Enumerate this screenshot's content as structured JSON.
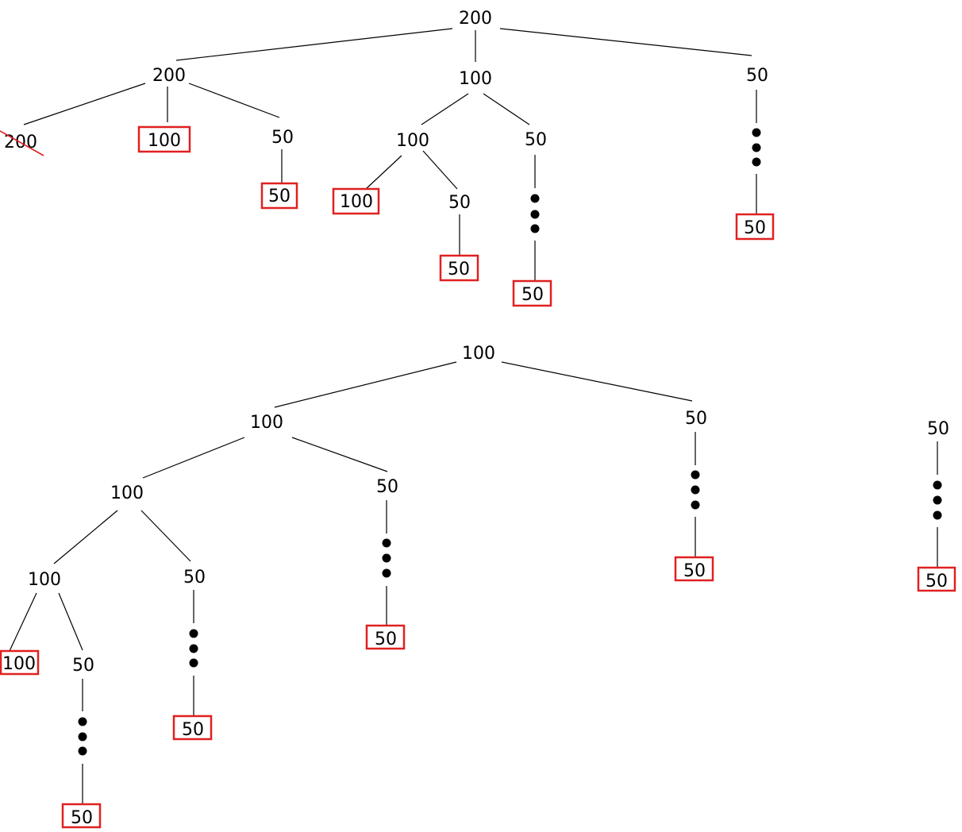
{
  "colors": {
    "ink": "#000000",
    "highlight": "#e02020",
    "background": "#ffffff"
  },
  "trees": [
    {
      "id": "top",
      "nodes": [
        {
          "id": "t0",
          "label": "200"
        },
        {
          "id": "t1",
          "label": "200"
        },
        {
          "id": "t2",
          "label": "100"
        },
        {
          "id": "t3",
          "label": "50"
        },
        {
          "id": "t4",
          "label": "200",
          "struck": true
        },
        {
          "id": "t5",
          "label": "100",
          "boxed": true
        },
        {
          "id": "t6",
          "label": "50"
        },
        {
          "id": "t7",
          "label": "50",
          "boxed": true
        },
        {
          "id": "t8",
          "label": "100"
        },
        {
          "id": "t9",
          "label": "50"
        },
        {
          "id": "t10",
          "label": "100",
          "boxed": true
        },
        {
          "id": "t11",
          "label": "50"
        },
        {
          "id": "t12",
          "label": "50",
          "boxed": true
        },
        {
          "id": "t13",
          "label": "50",
          "boxed": true
        },
        {
          "id": "t14",
          "label": "50",
          "boxed": true
        }
      ],
      "edges": [
        [
          "t0",
          "t1"
        ],
        [
          "t0",
          "t2"
        ],
        [
          "t0",
          "t3"
        ],
        [
          "t1",
          "t4"
        ],
        [
          "t1",
          "t5"
        ],
        [
          "t1",
          "t6"
        ],
        [
          "t6",
          "t7"
        ],
        [
          "t2",
          "t8"
        ],
        [
          "t2",
          "t9"
        ],
        [
          "t8",
          "t10"
        ],
        [
          "t8",
          "t11"
        ],
        [
          "t11",
          "t12"
        ]
      ],
      "ellipsis_chains": [
        [
          "t9",
          "t13"
        ],
        [
          "t3",
          "t14"
        ]
      ]
    },
    {
      "id": "bottom",
      "nodes": [
        {
          "id": "b0",
          "label": "100"
        },
        {
          "id": "b1",
          "label": "100"
        },
        {
          "id": "b2",
          "label": "50"
        },
        {
          "id": "b3",
          "label": "100"
        },
        {
          "id": "b4",
          "label": "50"
        },
        {
          "id": "b5",
          "label": "100"
        },
        {
          "id": "b6",
          "label": "50"
        },
        {
          "id": "b7",
          "label": "100",
          "boxed": true
        },
        {
          "id": "b8",
          "label": "50"
        },
        {
          "id": "b9",
          "label": "50",
          "boxed": true
        },
        {
          "id": "b10",
          "label": "50",
          "boxed": true
        },
        {
          "id": "b11",
          "label": "50",
          "boxed": true
        },
        {
          "id": "b12",
          "label": "50",
          "boxed": true
        }
      ],
      "edges": [
        [
          "b0",
          "b1"
        ],
        [
          "b0",
          "b2"
        ],
        [
          "b1",
          "b3"
        ],
        [
          "b1",
          "b4"
        ],
        [
          "b3",
          "b5"
        ],
        [
          "b3",
          "b6"
        ],
        [
          "b5",
          "b7"
        ],
        [
          "b5",
          "b8"
        ]
      ],
      "ellipsis_chains": [
        [
          "b8",
          "b9"
        ],
        [
          "b6",
          "b10"
        ],
        [
          "b4",
          "b11"
        ],
        [
          "b2",
          "b12"
        ]
      ]
    },
    {
      "id": "side",
      "nodes": [
        {
          "id": "s0",
          "label": "50"
        },
        {
          "id": "s1",
          "label": "50",
          "boxed": true
        }
      ],
      "edges": [],
      "ellipsis_chains": [
        [
          "s0",
          "s1"
        ]
      ]
    }
  ]
}
